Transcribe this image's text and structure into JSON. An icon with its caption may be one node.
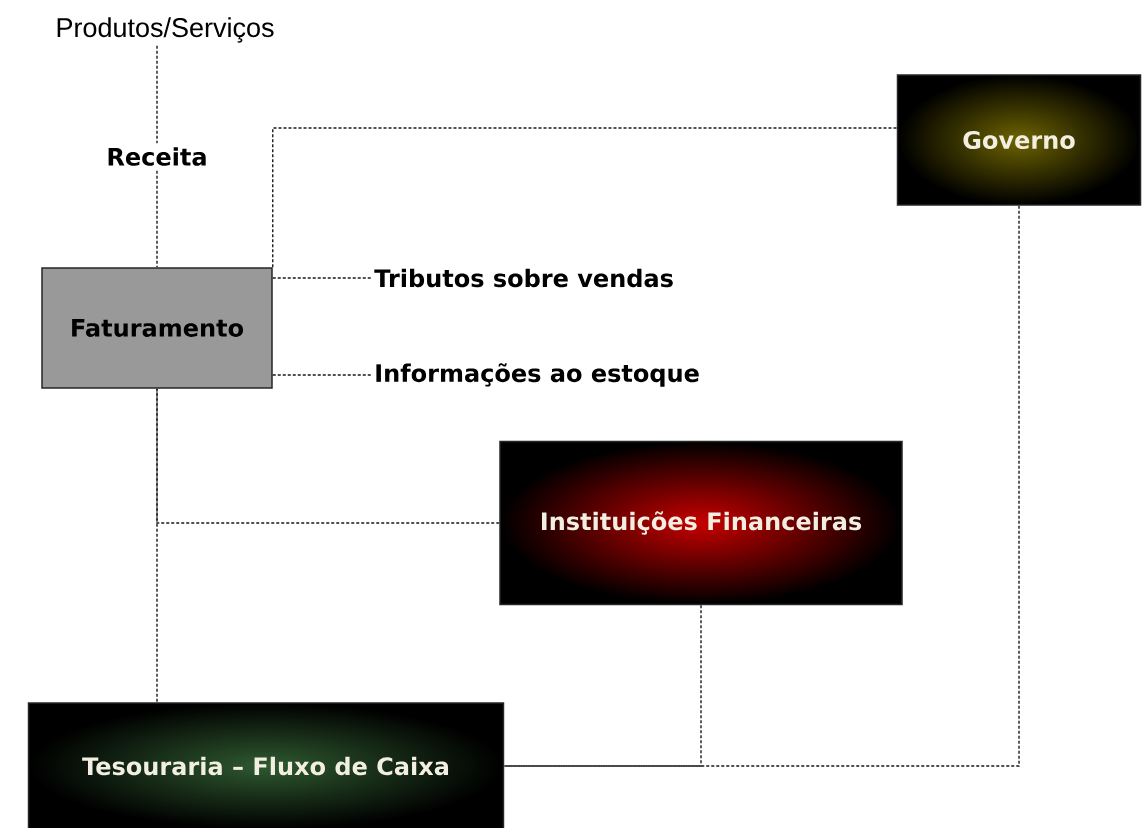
{
  "diagram": {
    "nodes": [
      {
        "text": [
          "Produtos/Serviços"
        ]
      },
      {
        "text": [
          "Faturamento"
        ]
      },
      {
        "text": [
          "Governo"
        ]
      },
      {
        "text": [
          "Tributos sobre vendas"
        ]
      },
      {
        "text": [
          "Informações ao estoque"
        ]
      },
      {
        "text": [
          "Instituições Financeiras"
        ]
      },
      {
        "text": [
          "Tesouraria – Fluxo de Caixa"
        ]
      }
    ],
    "edges": [
      {
        "from": 0,
        "to": 1,
        "arrow": "none",
        "label": "Receita"
      },
      {
        "from": 1,
        "to": 2,
        "arrow": "none"
      },
      {
        "from": 1,
        "to": 3,
        "arrow": "none"
      },
      {
        "from": 1,
        "to": 4,
        "arrow": "none"
      },
      {
        "from": 1,
        "to": 6,
        "arrow": "none"
      },
      {
        "from": 5,
        "to": 1,
        "arrow": "none"
      },
      {
        "from": 5,
        "to": 6,
        "arrow": "none"
      },
      {
        "from": 2,
        "to": 6,
        "arrow": "none"
      }
    ]
  }
}
